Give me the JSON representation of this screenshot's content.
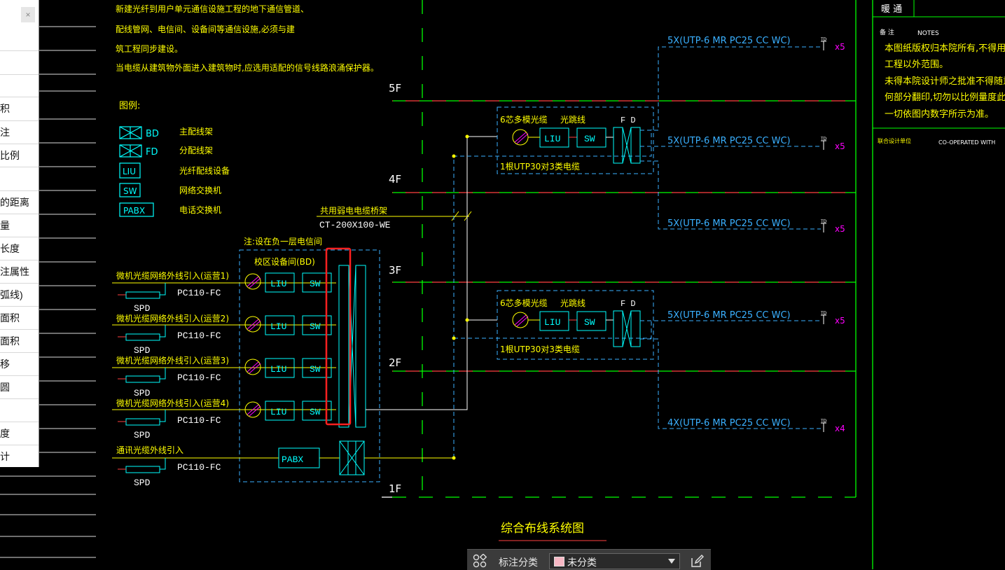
{
  "notes_top": [
    "新建光纤到用户单元通信设施工程的地下通信管道、",
    "配线管网、电信间、设备间等通信设施,必须与建",
    "筑工程同步建设。",
    "当电缆从建筑物外面进入建筑物时,应选用适配的信号线路浪涌保护器。"
  ],
  "legend": {
    "title": "图例:",
    "items": [
      {
        "code": "BD",
        "desc": "主配线架"
      },
      {
        "code": "FD",
        "desc": "分配线架"
      },
      {
        "code": "LIU",
        "desc": "光纤配线设备"
      },
      {
        "code": "SW",
        "desc": "网络交换机"
      },
      {
        "code": "PABX",
        "desc": "电话交换机"
      }
    ]
  },
  "floors": [
    "5F",
    "4F",
    "3F",
    "2F",
    "1F"
  ],
  "tray": {
    "line1": "共用弱电电缆桥架",
    "line2": "CT-200X100-WE"
  },
  "bd_room": {
    "note": "注:设在负一层电信间",
    "name": "校区设备间(BD)"
  },
  "inlets": [
    {
      "label": "微机光缆网络外线引入(运营1)",
      "pc": "PC110-FC",
      "spd": "SPD"
    },
    {
      "label": "微机光缆网络外线引入(运营2)",
      "pc": "PC110-FC",
      "spd": "SPD"
    },
    {
      "label": "微机光缆网络外线引入(运营3)",
      "pc": "PC110-FC",
      "spd": "SPD"
    },
    {
      "label": "微机光缆网络外线引入(运营4)",
      "pc": "PC110-FC",
      "spd": "SPD"
    },
    {
      "label": "通讯光缆外线引入",
      "pc": "PC110-FC",
      "spd": "SPD"
    }
  ],
  "equip": {
    "liu": "LIU",
    "sw": "SW",
    "pabx": "PABX",
    "fd": "F D"
  },
  "fd_box": {
    "fiber": "6芯多模光缆",
    "jumper": "光跳线",
    "cable": "1根UTP30对3类电缆"
  },
  "outputs": [
    {
      "text": "5X(UTP-6 MR PC25 CC WC)",
      "td": "TD",
      "count": "x5"
    },
    {
      "text": "5X(UTP-6 MR PC25 CC WC)",
      "td": "TD",
      "count": "x5"
    },
    {
      "text": "5X(UTP-6 MR PC25 CC WC)",
      "td": "TD",
      "count": "x5"
    },
    {
      "text": "5X(UTP-6 MR PC25 CC WC)",
      "td": "TD",
      "count": "x5"
    },
    {
      "text": "4X(UTP-6 MR PC25 CC WC)",
      "td": "TD",
      "count": "x4"
    }
  ],
  "drawing_title": "综合布线系统图",
  "title_block": {
    "discipline": "暖 通",
    "notes_label": "备 注",
    "notes_en": "NOTES",
    "notes_lines": [
      "本图纸版权归本院所有,不得用于",
      "工程以外范围。",
      "未得本院设计师之批准不得随意翻",
      "何部分翻印,切勿以比例量度此图",
      "一切依图内数字所示为准。"
    ],
    "coop_label": "联合设计单位",
    "coop_en": "CO-OPERATED WITH"
  },
  "side_panel": {
    "close": "×",
    "items": [
      "",
      "",
      "",
      "积",
      "注",
      "比例",
      "",
      "的距离",
      "量",
      "长度",
      "注属性",
      "弧线)",
      "面积",
      "面积",
      "移",
      "圆",
      "",
      "度",
      "计"
    ]
  },
  "anno_bar": {
    "label": "标注分类",
    "value": "未分类"
  },
  "colors": {
    "yellow": "#ffff00",
    "cyan": "#00ffff",
    "green": "#00ff00",
    "red": "#ff2020",
    "magenta": "#ff00ff",
    "dashed_blue": "#3ab0ff"
  }
}
